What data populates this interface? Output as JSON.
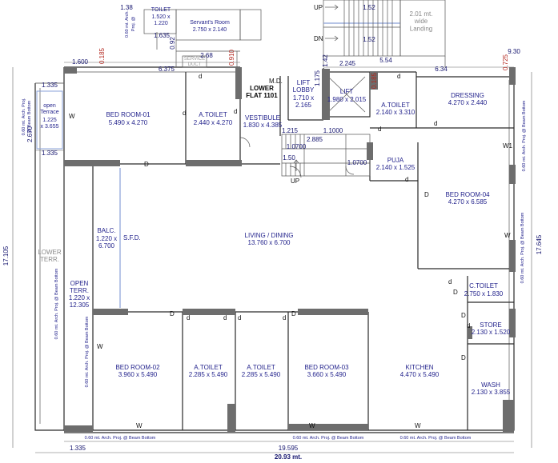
{
  "title": {
    "line1": "LOWER",
    "line2": "FLAT 1101"
  },
  "rooms": [
    {
      "id": "toilet-top",
      "name": "TOILET",
      "dims": "1.520 x\n1.220"
    },
    {
      "id": "servants-room",
      "name": "Servant's Room",
      "dims": "2.750 x 2.140"
    },
    {
      "id": "open-terrace",
      "name": "open\nTerrace",
      "dims": "1.225\nx 3.655"
    },
    {
      "id": "bed-room-01",
      "name": "BED ROOM-01",
      "dims": "5.490 x 4.270"
    },
    {
      "id": "a-toilet-1",
      "name": "A.TOILET",
      "dims": "2.440 x 4.270"
    },
    {
      "id": "vestibule",
      "name": "VESTIBULE",
      "dims": "1.830 x 4.385"
    },
    {
      "id": "lift-lobby",
      "name": "LIFT\nLOBBY",
      "dims": "1.710 x\n2.165"
    },
    {
      "id": "lift",
      "name": "LIFT",
      "dims": "1.980 x 2.015"
    },
    {
      "id": "a-toilet-2",
      "name": "A.TOILET",
      "dims": "2.140 x 3.310"
    },
    {
      "id": "dressing",
      "name": "DRESSING",
      "dims": "4.270 x 2.440"
    },
    {
      "id": "puja",
      "name": "PUJA",
      "dims": "2.140 x 1.525"
    },
    {
      "id": "bed-room-04",
      "name": "BED ROOM-04",
      "dims": "4.270 x 6.585"
    },
    {
      "id": "balc",
      "name": "BALC.",
      "dims": "1.220 x\n6.700"
    },
    {
      "id": "living-dining",
      "name": "LIVING / DINING",
      "dims": "13.760 x 6.700"
    },
    {
      "id": "c-toilet",
      "name": "C.TOILET",
      "dims": "2.750 x 1.830"
    },
    {
      "id": "open-terr-2",
      "name": "OPEN\nTERR.",
      "dims": "1.220 x\n12.305"
    },
    {
      "id": "store",
      "name": "STORE",
      "dims": "2.130 x 1.520"
    },
    {
      "id": "bed-room-02",
      "name": "BED ROOM-02",
      "dims": "3.960 x 5.490"
    },
    {
      "id": "a-toilet-3",
      "name": "A.TOILET",
      "dims": "2.285 x 5.490"
    },
    {
      "id": "a-toilet-4",
      "name": "A.TOILET",
      "dims": "2.285 x 5.490"
    },
    {
      "id": "bed-room-03",
      "name": "BED ROOM-03",
      "dims": "3.660 x 5.490"
    },
    {
      "id": "kitchen",
      "name": "KITCHEN",
      "dims": "4.470 x 5.490"
    },
    {
      "id": "wash",
      "name": "WASH",
      "dims": "2.130 x 3.855"
    }
  ],
  "dimensions": {
    "total_width": "20.93 mt.",
    "width_main": "19.595",
    "width_left": "1.335",
    "left_height": "17.105",
    "right_height": "17.645",
    "top_1600": "1.600",
    "top_6375": "6.375",
    "top_0185a": "0.185",
    "top_0910": "0.910",
    "top_268": "2.68",
    "top_092": "0.92",
    "top_1635": "1.635",
    "top_138": "1.38",
    "top_1335a": "1.335",
    "top_1335b": "1.335",
    "top_2670": "2.670",
    "stair_152a": "1.52",
    "stair_152b": "1.52",
    "stair_2245": "2.245",
    "stair_554": "5.54",
    "stair_634": "6.34",
    "stair_930": "9.30",
    "stair_0725": "0.725",
    "stair_0185b": "0.185",
    "stair_142": "1.42",
    "stair_1175": "1.175",
    "stair_1215": "1.215",
    "stair_2885": "2.885",
    "stair_11000": "1.1000",
    "stair_10700a": "1.0700",
    "stair_10700b": "1.0700",
    "stair_150": "1.50"
  },
  "markers": {
    "up_top": "UP",
    "dn_top": "DN",
    "up_bottom": "UP",
    "md": "M.D.",
    "sfd": "S.F.D.",
    "lower_terr": "LOWER\nTERR.",
    "landing": "2.01 mt.\nwide\nLanding",
    "service_duct": "SERVICE\nDUCT",
    "w1": "W1"
  },
  "beam_notes": {
    "note": "0.60 mt. Arch. Proj. @ Beam Bottom",
    "left_a": "0.60 mt. Arch. Proj.",
    "left_b": "@ Beam Bottom",
    "left_long": "0.60 mt. Arch. Proj. @ Beam Bottom",
    "right_long": "0.60 mt. Arch. Proj. @ Beam Bottom",
    "toilet_a": "0.60 mt. Arch.",
    "toilet_b": "Proj. @",
    "bottom_1": "0.60 mt. Arch. Proj. @ Beam Bottom",
    "bottom_2": "0.60 mt. Arch. Proj. @ Beam Bottom",
    "bottom_3": "0.60 mt. Arch. Proj. @ Beam Bottom"
  },
  "openings": {
    "door": "D",
    "door_small": "d",
    "window": "W"
  }
}
